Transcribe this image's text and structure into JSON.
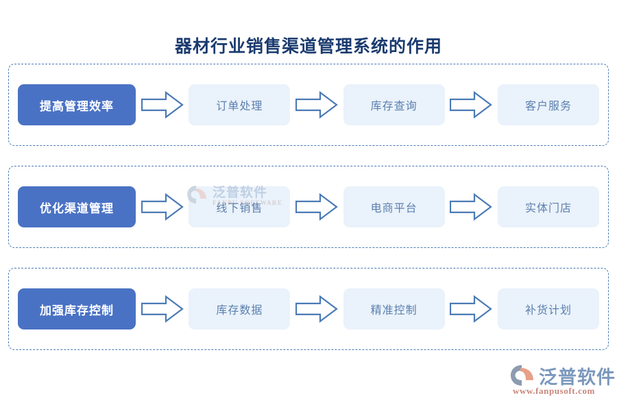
{
  "page": {
    "title": "器材行业销售渠道管理系统的作用",
    "background": "#ffffff"
  },
  "colors": {
    "title_text": "#1b3b6f",
    "primary_node_bg": "#4a72c4",
    "primary_node_text": "#ffffff",
    "step_node_bg": "#eaf2fb",
    "step_node_text": "#5b7fae",
    "dashed_border": "#4a7ab5",
    "arrow_stroke": "#4a7ab5",
    "arrow_fill": "#ffffff",
    "logo_text": "#7b98bd",
    "logo_url": "#c8857a",
    "logo_mark_gray": "#8c9bb0",
    "logo_mark_orange": "#e8a088"
  },
  "rows": [
    {
      "primary": "提高管理效率",
      "arrow_icon": "arrow-right-icon",
      "steps": [
        "订单处理",
        "库存查询",
        "客户服务"
      ]
    },
    {
      "primary": "优化渠道管理",
      "arrow_icon": "arrow-right-icon",
      "steps": [
        "线下销售",
        "电商平台",
        "实体门店"
      ]
    },
    {
      "primary": "加强库存控制",
      "arrow_icon": "arrow-right-icon",
      "steps": [
        "库存数据",
        "精准控制",
        "补货计划"
      ]
    }
  ],
  "watermark": {
    "name": "泛普软件",
    "subtitle": "FANPU SOFTWARE",
    "mark_icon": "fanpu-logo-mark-icon"
  },
  "brand_logo": {
    "name": "泛普软件",
    "url": "www.fanpusoft.com",
    "mark_icon": "fanpu-logo-mark-icon"
  }
}
